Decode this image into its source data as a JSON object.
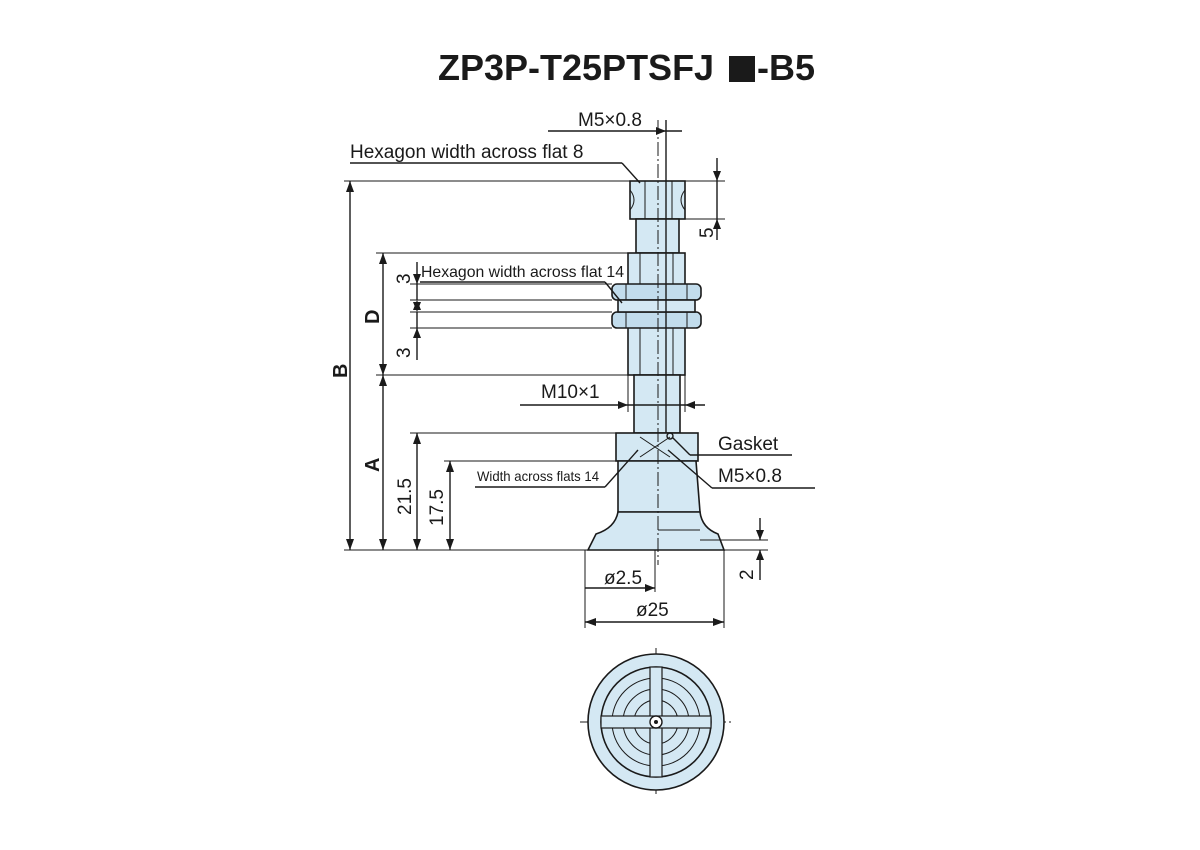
{
  "title": {
    "part_prefix": "ZP3P-T25PTSFJ",
    "part_suffix": "-B5"
  },
  "labels": {
    "m5_top": "M5×0.8",
    "hex8": "Hexagon width across flat 8",
    "five": "5",
    "three_top": "3",
    "hex14": "Hexagon width across flat 14",
    "dim_d": "D",
    "three_bottom": "3",
    "dim_b": "B",
    "m10": "M10×1",
    "gasket": "Gasket",
    "m5_bottom": "M5×0.8",
    "width_flats14": "Width across flats 14",
    "dim_a": "A",
    "dim_21_5": "21.5",
    "dim_17_5": "17.5",
    "two": "2",
    "dia_2_5": "ø2.5",
    "dia_25": "ø25"
  },
  "colors": {
    "part_fill": "#d4e8f3",
    "line": "#1a1a1a"
  }
}
